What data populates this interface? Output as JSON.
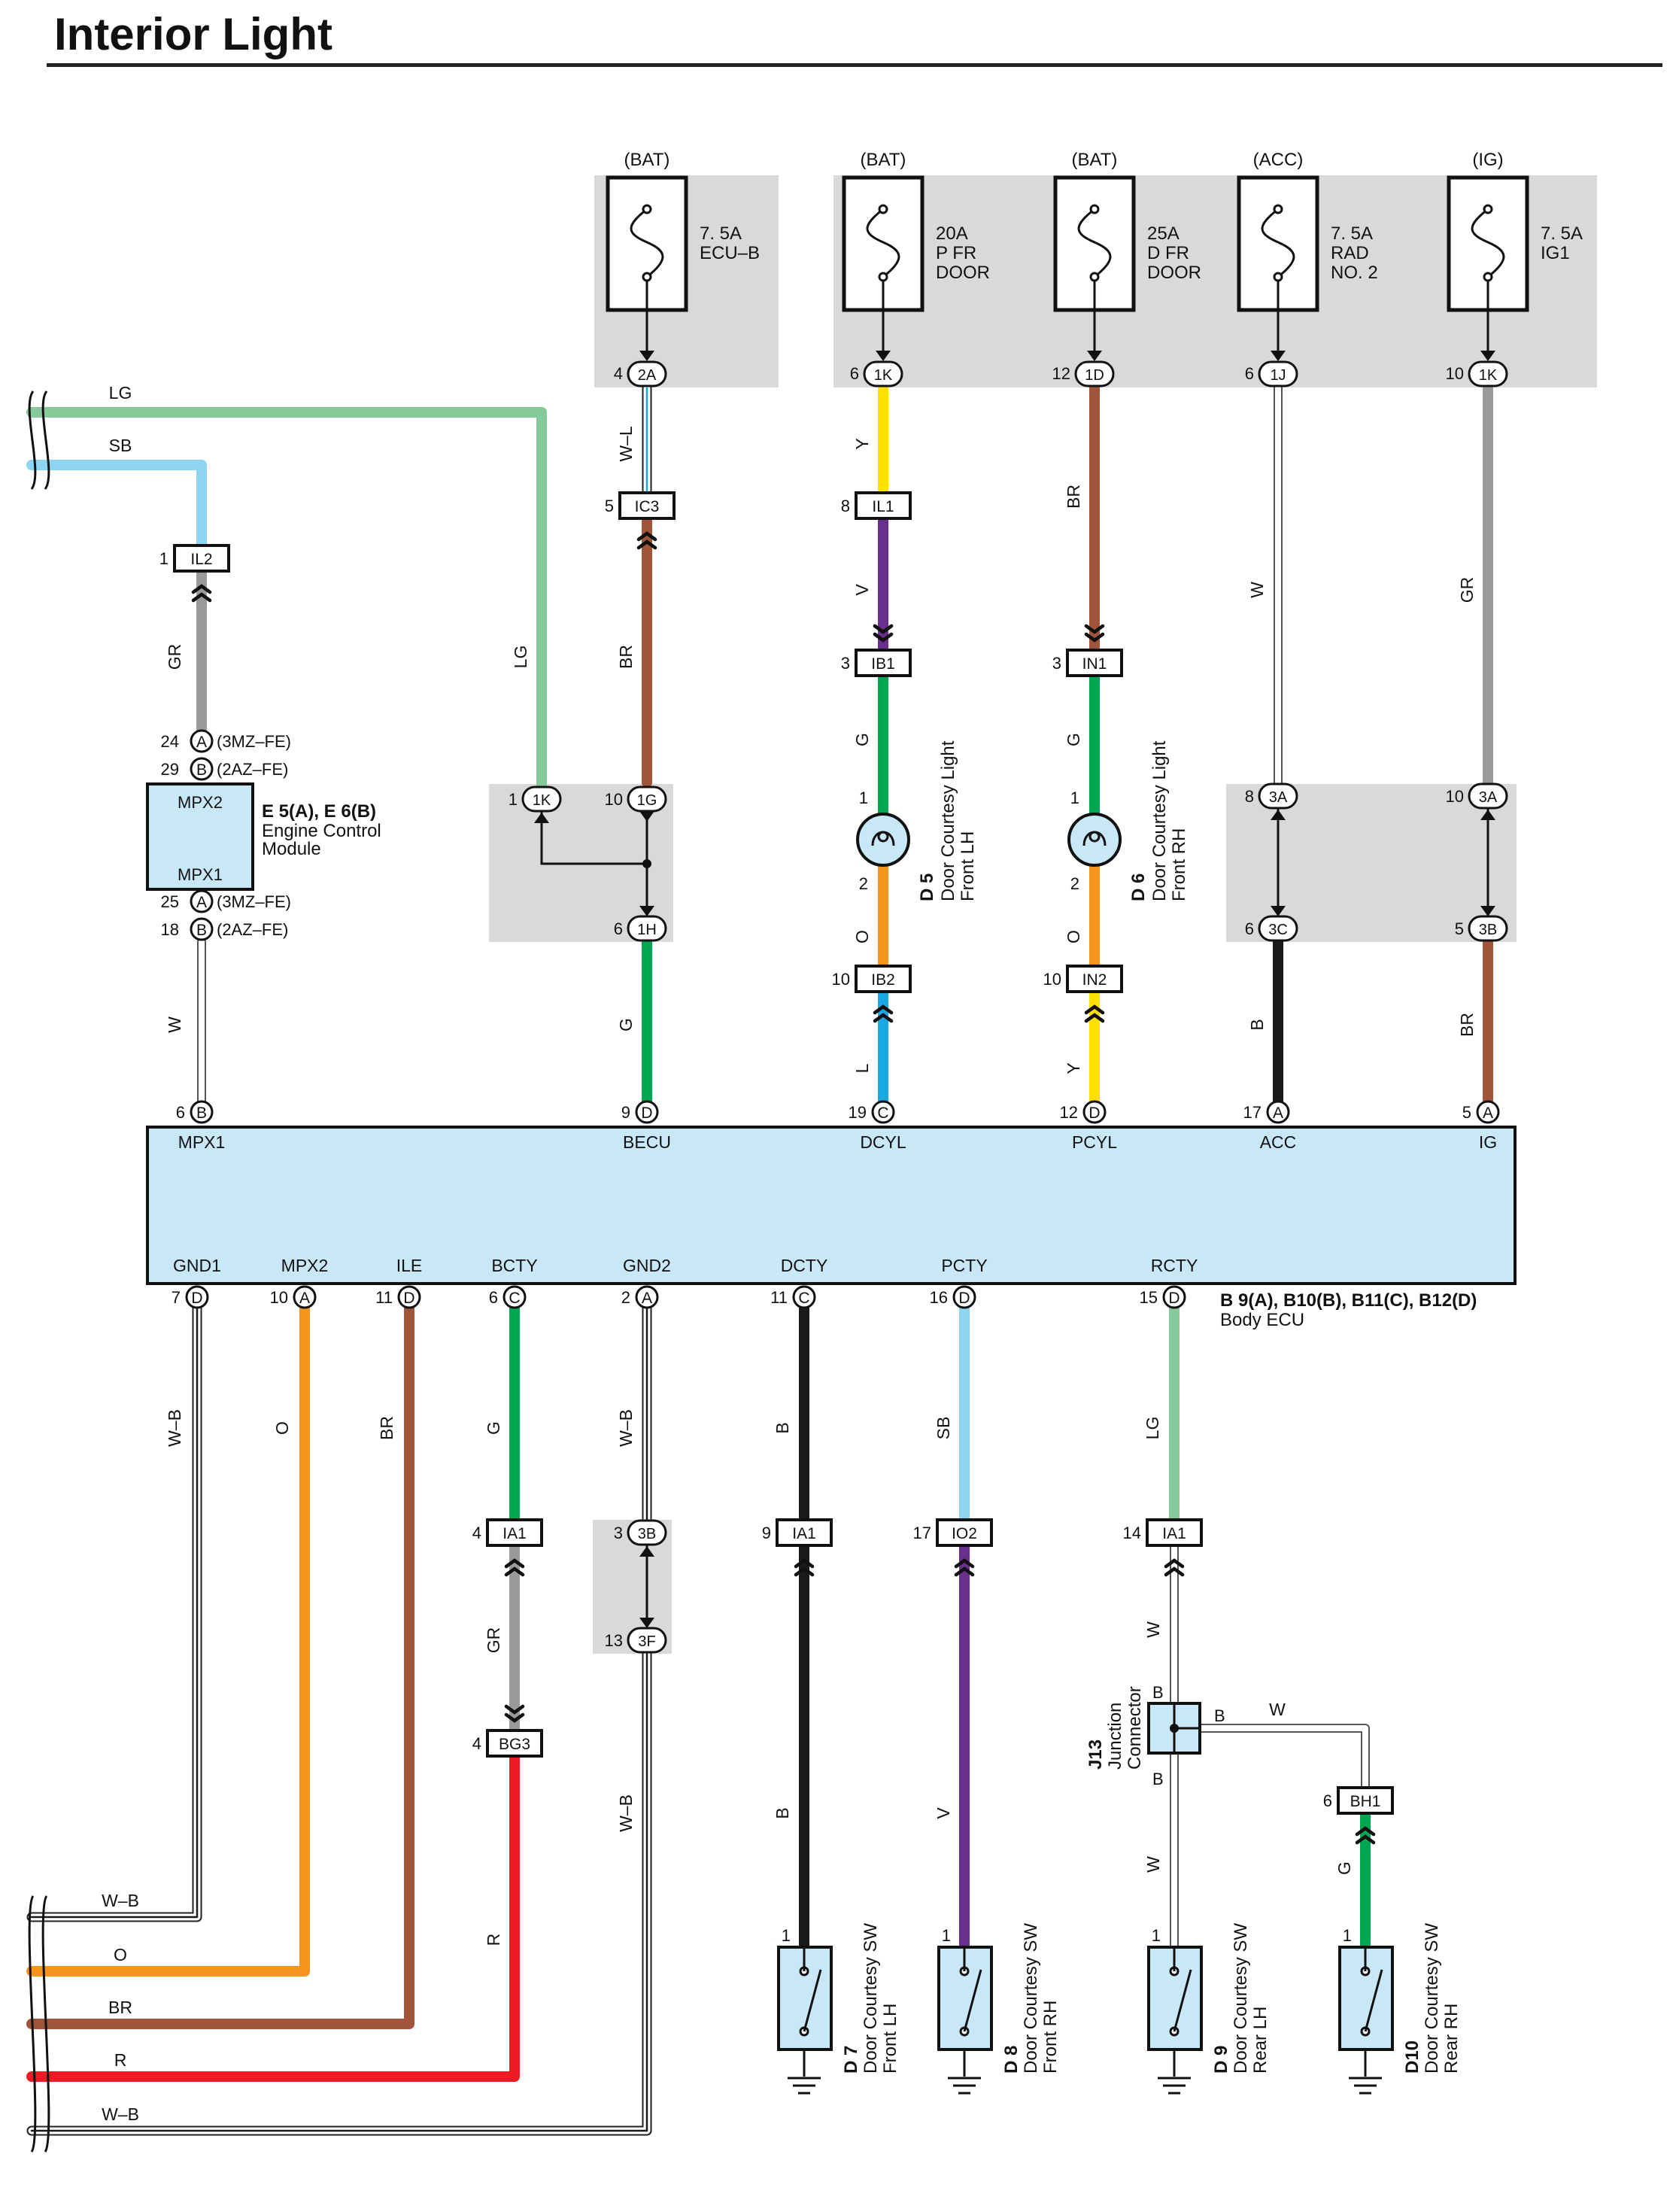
{
  "title": "Interior Light",
  "colors": {
    "LG": "#86c99a",
    "SB": "#8dd5f2",
    "GR": "#9a9a9a",
    "BR": "#a0553a",
    "W": "#ffffff",
    "Y": "#ffe000",
    "V": "#6a2f8e",
    "G": "#00a650",
    "O": "#f7941d",
    "L": "#1ba7e0",
    "B": "#1a1a1a",
    "R": "#ed1c24",
    "W-B": "#ffffff",
    "W-L": "#ffffff",
    "module_fill": "#c8e8f8",
    "box_fill": "#d9d9d9"
  },
  "fuses": [
    {
      "name": "ecu-b",
      "supply": "(BAT)",
      "label": [
        "7. 5A",
        "ECU–B"
      ],
      "pin": "4",
      "conn": "2A"
    },
    {
      "name": "p-fr-door",
      "supply": "(BAT)",
      "label": [
        "20A",
        "P FR",
        "DOOR"
      ],
      "pin": "6",
      "conn": "1K"
    },
    {
      "name": "d-fr-door",
      "supply": "(BAT)",
      "label": [
        "25A",
        "D FR",
        "DOOR"
      ],
      "pin": "12",
      "conn": "1D"
    },
    {
      "name": "rad-no2",
      "supply": "(ACC)",
      "label": [
        "7. 5A",
        "RAD",
        "NO. 2"
      ],
      "pin": "6",
      "conn": "1J"
    },
    {
      "name": "ig1",
      "supply": "(IG)",
      "label": [
        "7. 5A",
        "IG1"
      ],
      "pin": "10",
      "conn": "1K"
    }
  ],
  "connectors": [
    {
      "name": "il2",
      "pin": "1",
      "conn": "IL2"
    },
    {
      "name": "ic3",
      "pin": "5",
      "conn": "IC3"
    },
    {
      "name": "il1",
      "pin": "8",
      "conn": "IL1"
    },
    {
      "name": "ib1",
      "pin": "3",
      "conn": "IB1"
    },
    {
      "name": "in1",
      "pin": "3",
      "conn": "IN1"
    },
    {
      "name": "ib2",
      "pin": "10",
      "conn": "IB2"
    },
    {
      "name": "in2",
      "pin": "10",
      "conn": "IN2"
    },
    {
      "name": "ia1-bcty",
      "pin": "4",
      "conn": "IA1"
    },
    {
      "name": "bg3",
      "pin": "4",
      "conn": "BG3"
    },
    {
      "name": "ia1-dcty",
      "pin": "9",
      "conn": "IA1"
    },
    {
      "name": "io2",
      "pin": "17",
      "conn": "IO2"
    },
    {
      "name": "ia1-rcty",
      "pin": "14",
      "conn": "IA1"
    },
    {
      "name": "bh1",
      "pin": "6",
      "conn": "BH1"
    }
  ],
  "junction_pins": [
    {
      "name": "jb-1k",
      "pin": "1",
      "conn": "1K"
    },
    {
      "name": "jb-1g",
      "pin": "10",
      "conn": "1G"
    },
    {
      "name": "jb-1h",
      "pin": "6",
      "conn": "1H"
    },
    {
      "name": "jb-3a-acc",
      "pin": "8",
      "conn": "3A"
    },
    {
      "name": "jb-3c",
      "pin": "6",
      "conn": "3C"
    },
    {
      "name": "jb-3a-ig",
      "pin": "10",
      "conn": "3A"
    },
    {
      "name": "jb-3b-ig",
      "pin": "5",
      "conn": "3B"
    },
    {
      "name": "jb-3b-gnd",
      "pin": "3",
      "conn": "3B"
    },
    {
      "name": "jb-3f",
      "pin": "13",
      "conn": "3F"
    }
  ],
  "ecm": {
    "ref": "E 5(A), E 6(B)",
    "name": [
      "Engine Control",
      "Module"
    ],
    "terminals": [
      "MPX2",
      "MPX1"
    ],
    "pins": [
      {
        "pin": "24",
        "conn": "A",
        "note": "(3MZ–FE)"
      },
      {
        "pin": "29",
        "conn": "B",
        "note": "(2AZ–FE)"
      },
      {
        "pin": "25",
        "conn": "A",
        "note": "(3MZ–FE)"
      },
      {
        "pin": "18",
        "conn": "B",
        "note": "(2AZ–FE)"
      }
    ]
  },
  "body_ecu": {
    "ref": "B 9(A), B10(B), B11(C), B12(D)",
    "name": "Body ECU",
    "top_terminals": [
      {
        "label": "MPX1",
        "pin": "6",
        "conn": "B"
      },
      {
        "label": "BECU",
        "pin": "9",
        "conn": "D"
      },
      {
        "label": "DCYL",
        "pin": "19",
        "conn": "C"
      },
      {
        "label": "PCYL",
        "pin": "12",
        "conn": "D"
      },
      {
        "label": "ACC",
        "pin": "17",
        "conn": "A"
      },
      {
        "label": "IG",
        "pin": "5",
        "conn": "A"
      }
    ],
    "bottom_terminals": [
      {
        "label": "GND1",
        "pin": "7",
        "conn": "D"
      },
      {
        "label": "MPX2",
        "pin": "10",
        "conn": "A"
      },
      {
        "label": "ILE",
        "pin": "11",
        "conn": "D"
      },
      {
        "label": "BCTY",
        "pin": "6",
        "conn": "C"
      },
      {
        "label": "GND2",
        "pin": "2",
        "conn": "A"
      },
      {
        "label": "DCTY",
        "pin": "11",
        "conn": "C"
      },
      {
        "label": "PCTY",
        "pin": "16",
        "conn": "D"
      },
      {
        "label": "RCTY",
        "pin": "15",
        "conn": "D"
      }
    ]
  },
  "lights": [
    {
      "name": "d5",
      "ref": "D 5",
      "label": [
        "Door Courtesy Light",
        "Front LH"
      ],
      "pin_top": "1",
      "pin_bottom": "2"
    },
    {
      "name": "d6",
      "ref": "D 6",
      "label": [
        "Door Courtesy Light",
        "Front RH"
      ],
      "pin_top": "1",
      "pin_bottom": "2"
    }
  ],
  "switches": [
    {
      "name": "d7",
      "ref": "D 7",
      "label": [
        "Door Courtesy SW",
        "Front LH"
      ],
      "pin": "1"
    },
    {
      "name": "d8",
      "ref": "D 8",
      "label": [
        "Door Courtesy SW",
        "Front RH"
      ],
      "pin": "1"
    },
    {
      "name": "d9",
      "ref": "D 9",
      "label": [
        "Door Courtesy SW",
        "Rear LH"
      ],
      "pin": "1"
    },
    {
      "name": "d10",
      "ref": "D10",
      "label": [
        "Door Courtesy SW",
        "Rear RH"
      ],
      "pin": "1"
    }
  ],
  "junction_connector": {
    "ref": "J13",
    "label": [
      "Junction",
      "Connector"
    ],
    "pins": [
      "B",
      "B",
      "B"
    ]
  },
  "wire_labels": [
    "LG",
    "SB",
    "GR",
    "LG",
    "W–L",
    "BR",
    "Y",
    "V",
    "G",
    "O",
    "L",
    "BR",
    "G",
    "O",
    "Y",
    "W",
    "B",
    "GR",
    "BR",
    "W",
    "G",
    "W–B",
    "O",
    "BR",
    "G",
    "W–B",
    "B",
    "SB",
    "LG",
    "GR",
    "R",
    "W–B",
    "B",
    "V",
    "W",
    "W",
    "W",
    "G",
    "W–B",
    "O",
    "BR",
    "R",
    "W–B"
  ]
}
